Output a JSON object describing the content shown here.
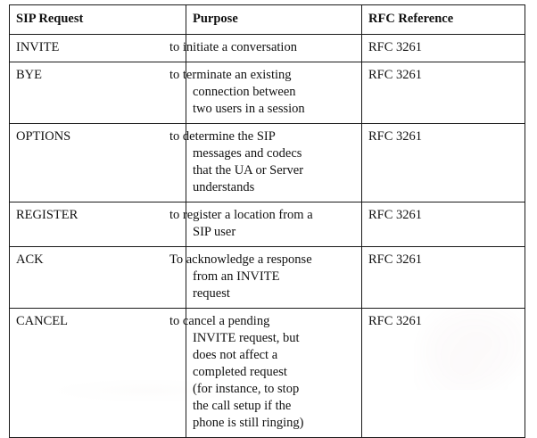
{
  "table": {
    "caption_present": false,
    "columns": [
      {
        "key": "request",
        "header": "SIP Request"
      },
      {
        "key": "purpose",
        "header": "Purpose"
      },
      {
        "key": "rfc",
        "header": "RFC Reference"
      }
    ],
    "rows": [
      {
        "request": "INVITE",
        "purpose": "to initiate a conversation",
        "rfc": "RFC 3261"
      },
      {
        "request": "BYE",
        "purpose": "to terminate an existing\nconnection between\ntwo users in a session",
        "rfc": "RFC 3261"
      },
      {
        "request": "OPTIONS",
        "purpose": "to determine the SIP\nmessages and codecs\nthat the UA or Server\nunderstands",
        "rfc": "RFC 3261"
      },
      {
        "request": "REGISTER",
        "purpose": "to register a location from a\nSIP user",
        "rfc": "RFC 3261"
      },
      {
        "request": "ACK",
        "purpose": "To acknowledge a response\nfrom an INVITE\nrequest",
        "rfc": "RFC 3261"
      },
      {
        "request": "CANCEL",
        "purpose": "to cancel a pending\nINVITE request, but\ndoes not affect a\ncompleted request\n(for instance, to stop\nthe call setup if the\nphone is still ringing)",
        "rfc": "RFC 3261"
      }
    ]
  },
  "colors": {
    "text": "#111111",
    "border": "#1a1a1a",
    "background": "#ffffff"
  }
}
